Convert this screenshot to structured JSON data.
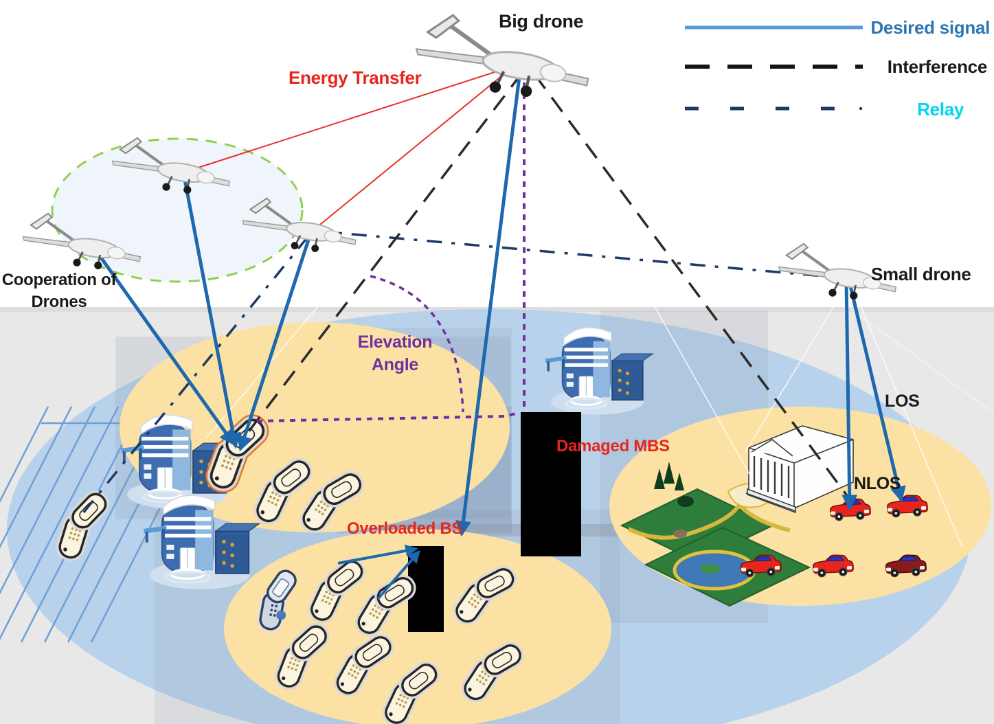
{
  "title": "UAV-assisted cellular network scenario diagram",
  "labels": {
    "big_drone": "Big drone",
    "energy_transfer": "Energy Transfer",
    "cooperation_line1": "Cooperation of",
    "cooperation_line2": "Drones",
    "small_drone": "Small drone",
    "elevation_line1": "Elevation",
    "elevation_line2": "Angle",
    "damaged_mbs": "Damaged MBS",
    "overloaded_bs": "Overloaded BS",
    "los": "LOS",
    "nlos": "NLOS"
  },
  "legend": {
    "items": [
      {
        "label": "Desired signal",
        "line_style": "solid",
        "line_color": "#5b9bd5",
        "label_color": "#2e75b6"
      },
      {
        "label": "Interference",
        "line_style": "dashed",
        "line_color": "#1a1a1a",
        "label_color": "#1a1a1a"
      },
      {
        "label": "Relay",
        "line_style": "dash-dot",
        "line_color": "#1f3864",
        "label_color": "#00d4ee"
      }
    ]
  },
  "colors": {
    "desired_signal_line": "#1e68ae",
    "interference_line": "#2b2b2b",
    "relay_line": "#1e3a66",
    "energy_transfer_line": "#e8302a",
    "elevation_angle": "#7030a0",
    "alert_text": "#e8251d",
    "city_coverage": "#b9d2eb",
    "cell_coverage": "#fbe2a4",
    "drone_cluster_ring": "#8fd14f",
    "ground": "#e8e8e8"
  },
  "scene": {
    "drones": [
      "big drone",
      "cooperation drone 1",
      "cooperation drone 2",
      "cooperation drone 3",
      "small drone"
    ],
    "base_station_buildings": 3,
    "flip_phones": 12,
    "cars": 5,
    "black_blocks": [
      "damaged MBS",
      "overloaded BS"
    ]
  }
}
